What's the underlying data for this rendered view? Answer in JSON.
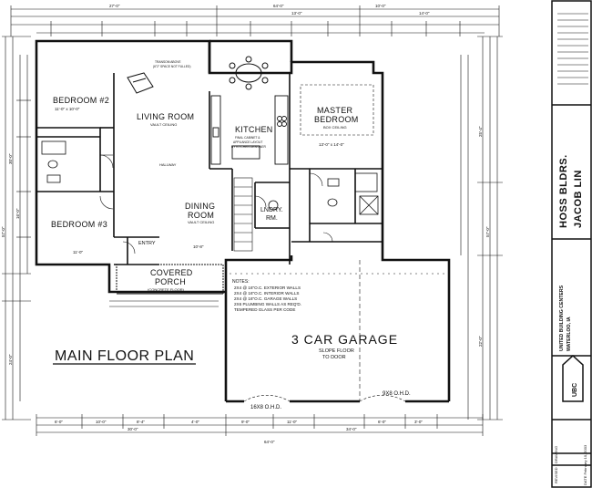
{
  "plan_title": "MAIN FLOOR PLAN",
  "rooms": {
    "bedroom2": "BEDROOM #2",
    "living": "LIVING ROOM",
    "living_note": "VAULT CEILING",
    "kitchen": "KITCHEN",
    "kitchen_note1": "FINAL CABINET &",
    "kitchen_note2": "APPLIANCE LAYOUT",
    "kitchen_note3": "BY KITCHEN DESIGNER",
    "master": "MASTER",
    "master2": "BEDROOM",
    "master_note": "BOX CEILING",
    "bedroom3": "BEDROOM #3",
    "dining": "DINING",
    "dining2": "ROOM",
    "dining_note": "VAULT CEILING",
    "laundry": "LNDRY.",
    "laundry2": "RM.",
    "entry": "ENTRY",
    "porch": "COVERED",
    "porch2": "PORCH",
    "porch_note": "(CONCRETE FLOOR)",
    "garage": "3 CAR GARAGE",
    "garage_note1": "SLOPE FLOOR",
    "garage_note2": "TO DOOR",
    "hallway": "HALLWAY",
    "transom": "TRANSOM ABOVE",
    "transom2": "(6\"2\" SPACE NOT FULLED)"
  },
  "garage_doors": {
    "left": "16X8 O.H.D.",
    "right": "9X8 O.H.D."
  },
  "notes": {
    "heading": "NOTES:",
    "lines": [
      "2X4 @ 16\"O.C. EXTERIOR WALLS",
      "2X4 @ 16\"O.C. INTERIOR WALLS",
      "2X4 @ 16\"O.C. GARAGE WALLS",
      "2X6 PLUMBING WALLS AS REQ'D.",
      "TEMPERED GLASS PER CODE"
    ]
  },
  "dimensions": {
    "top_overall": "64'-0\"",
    "top_a": "27'-0\"",
    "top_b": "14'-0\"",
    "top_c": "10'-0\"",
    "top_d": "13'-0\"",
    "bottom_overall": "64'-0\"",
    "bottom_a": "30'-0\"",
    "bottom_b": "34'-0\"",
    "bottom_c": "6'-0\"",
    "bottom_d": "10'-0\"",
    "bottom_e": "8'-4\"",
    "bottom_f": "4'-0\"",
    "bottom_g": "9'-0\"",
    "bottom_h": "11'-0\"",
    "bottom_i": "6'-0\"",
    "bottom_j": "3'-0\"",
    "left_overall": "57'-0\"",
    "left_a": "30'-0\"",
    "left_b": "16'-0\"",
    "left_c": "24'-0\"",
    "right_overall": "57'-0\"",
    "right_a": "25'-4\"",
    "right_b": "22'-0\"",
    "bed2_size": "11'-0\" x 10'-0\"",
    "bed3_size": "11'-0\"",
    "dining_size": "10'-8\"",
    "master_size": "13'-0\" x 14'-0\""
  },
  "title_block": {
    "client1": "HOSS BLDRS.",
    "client2": "JACOB LIN",
    "company1": "UNITED BUILDING CENTERS",
    "company2": "WATERLOO, IA",
    "logo": "UBC",
    "drawing": "DRAWING",
    "revised": "REVISED",
    "date": "DATE February 10, 2003"
  }
}
